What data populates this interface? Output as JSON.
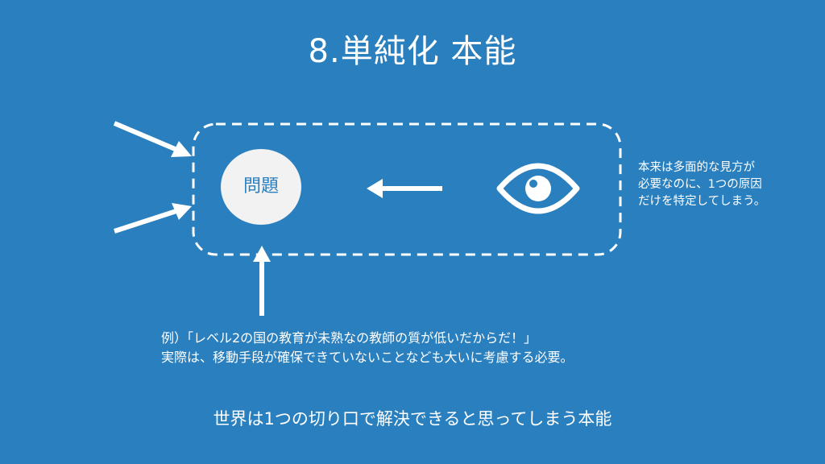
{
  "slide": {
    "title": "8.単純化 本能",
    "problem_label": "問題",
    "note": "本来は多面的な見方が\n必要なのに、1つの原因\nだけを特定してしまう。",
    "example_line1": "例）「レベル2の国の教育が未熟なの教師の質が低いだからだ！」",
    "example_line2": "実際は、移動手段が確保できていないことなども大いに考慮する必要。",
    "bottom_text": "世界は1つの切り口で解決できると思ってしまう本能"
  },
  "icons": {
    "eye": "eye-icon",
    "arrows": "arrow-icon"
  },
  "colors": {
    "background": "#2a7fbe",
    "foreground": "#ffffff",
    "circle": "#f2f2f2"
  }
}
